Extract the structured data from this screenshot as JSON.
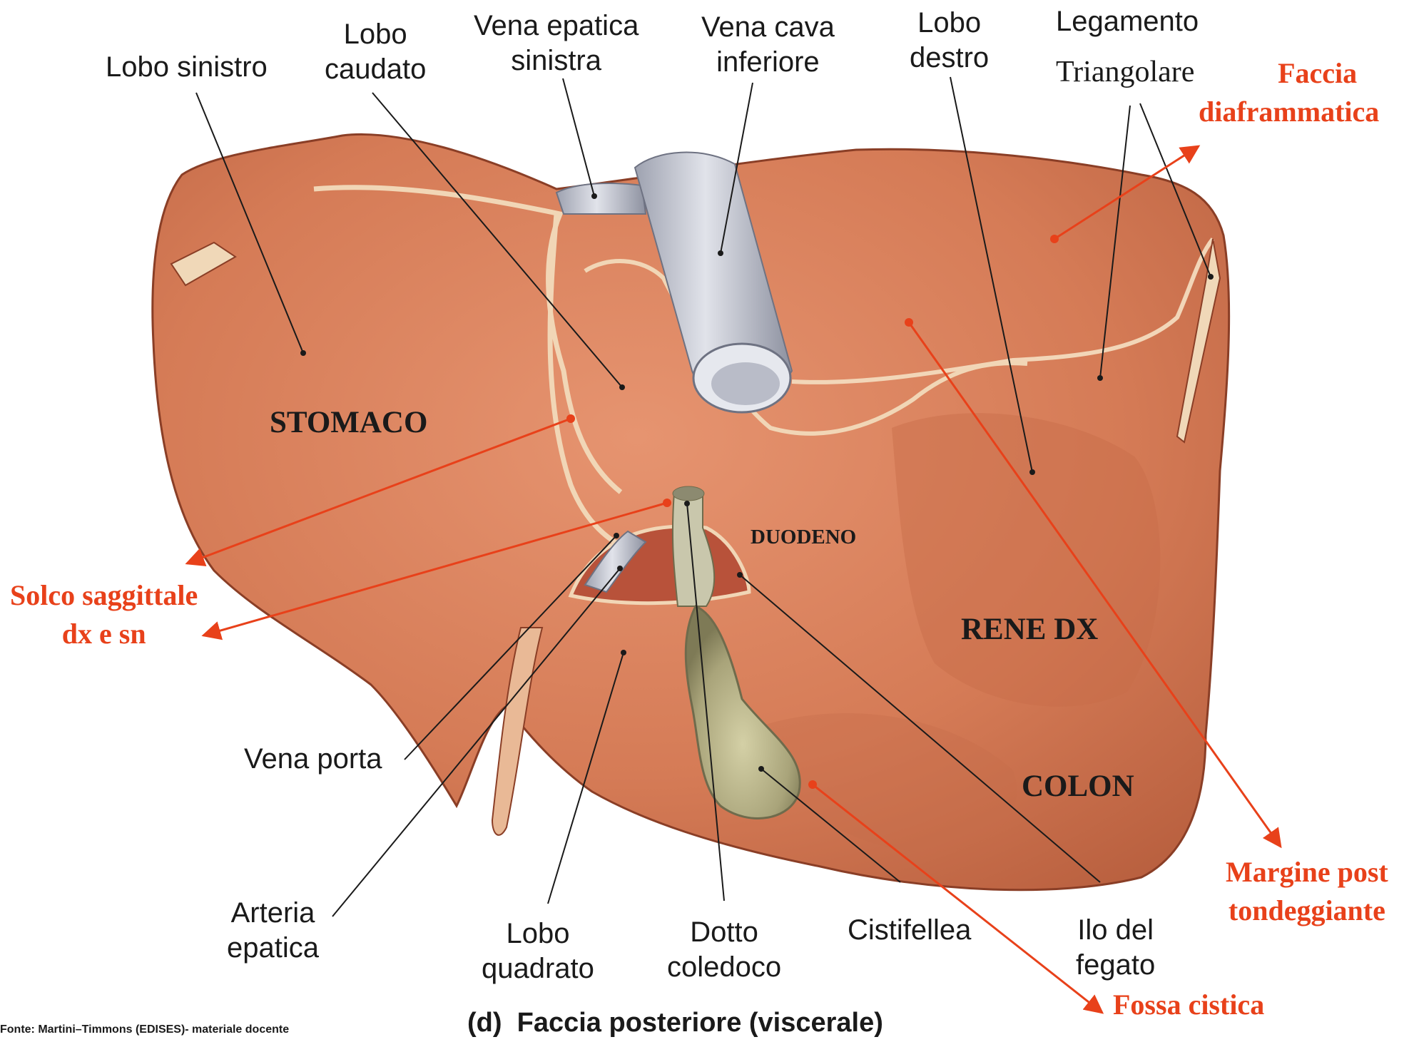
{
  "labels": {
    "lobo_sinistro": "Lobo sinistro",
    "lobo_caudato": [
      "Lobo",
      "caudato"
    ],
    "vena_epatica_sinistra": [
      "Vena epatica",
      "sinistra"
    ],
    "vena_cava_inferiore": [
      "Vena cava",
      "inferiore"
    ],
    "lobo_destro": [
      "Lobo",
      "destro"
    ],
    "legamento": "Legamento",
    "triangolare": "Triangolare",
    "vena_porta": "Vena porta",
    "arteria_epatica": [
      "Arteria",
      "epatica"
    ],
    "lobo_quadrato": [
      "Lobo",
      "quadrato"
    ],
    "dotto_coledoco": [
      "Dotto",
      "coledoco"
    ],
    "cistifellea": "Cistifellea",
    "ilo_del_fegato": [
      "Ilo del",
      "fegato"
    ]
  },
  "annotations": {
    "faccia_diaframmatica": [
      "Faccia",
      "diaframmatica"
    ],
    "solco_saggittale": [
      "Solco saggittale",
      "dx e sn"
    ],
    "margine_post": [
      "Margine post",
      "tondeggiante"
    ],
    "fossa_cistica": "Fossa cistica"
  },
  "organs": {
    "stomaco": "STOMACO",
    "duodeno": "DUODENO",
    "rene_dx": "RENE DX",
    "colon": "COLON"
  },
  "caption": "(d)  Faccia posteriore (viscerale)",
  "source": "Fonte: Martini–Timmons (EDISES)- materiale docente",
  "colors": {
    "liver": "#d9805c",
    "liver_dark": "#b85a3c",
    "vessel": "#c4c7d2",
    "gallbladder": "#a9a47a",
    "annotation": "#e8411a",
    "leader": "#1a1a1a"
  }
}
